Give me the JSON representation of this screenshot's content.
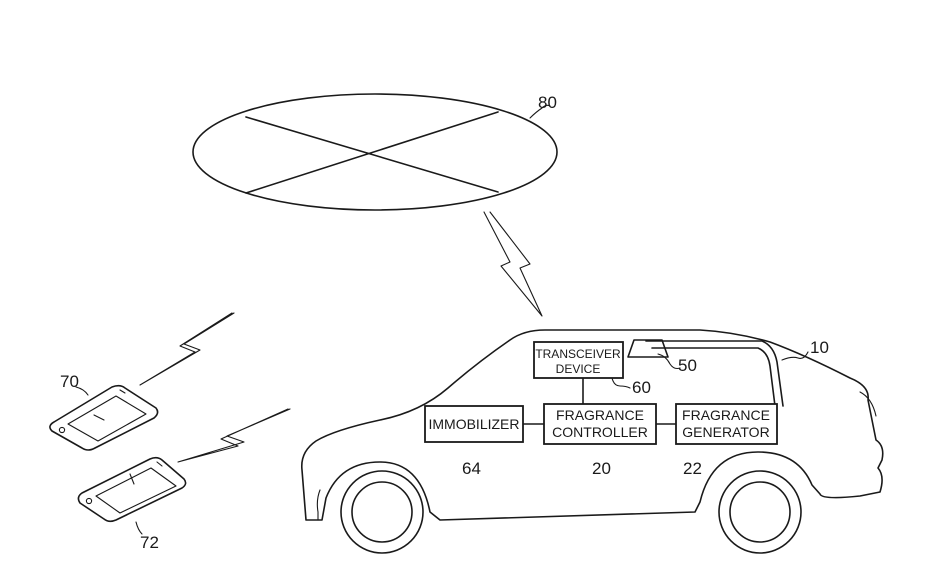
{
  "figure": {
    "refs": {
      "server": "80",
      "vehicle": "10",
      "phone_a": "70",
      "phone_b": "72",
      "fragrance_controller": "20",
      "fragrance_generator": "22",
      "outlet": "50",
      "transceiver": "60",
      "immobilizer": "64"
    },
    "blocks": {
      "transceiver_line1": "TRANSCEIVER",
      "transceiver_line2": "DEVICE",
      "immobilizer": "IMMOBILIZER",
      "controller_line1": "FRAGRANCE",
      "controller_line2": "CONTROLLER",
      "generator_line1": "FRAGRANCE",
      "generator_line2": "GENERATOR"
    }
  }
}
